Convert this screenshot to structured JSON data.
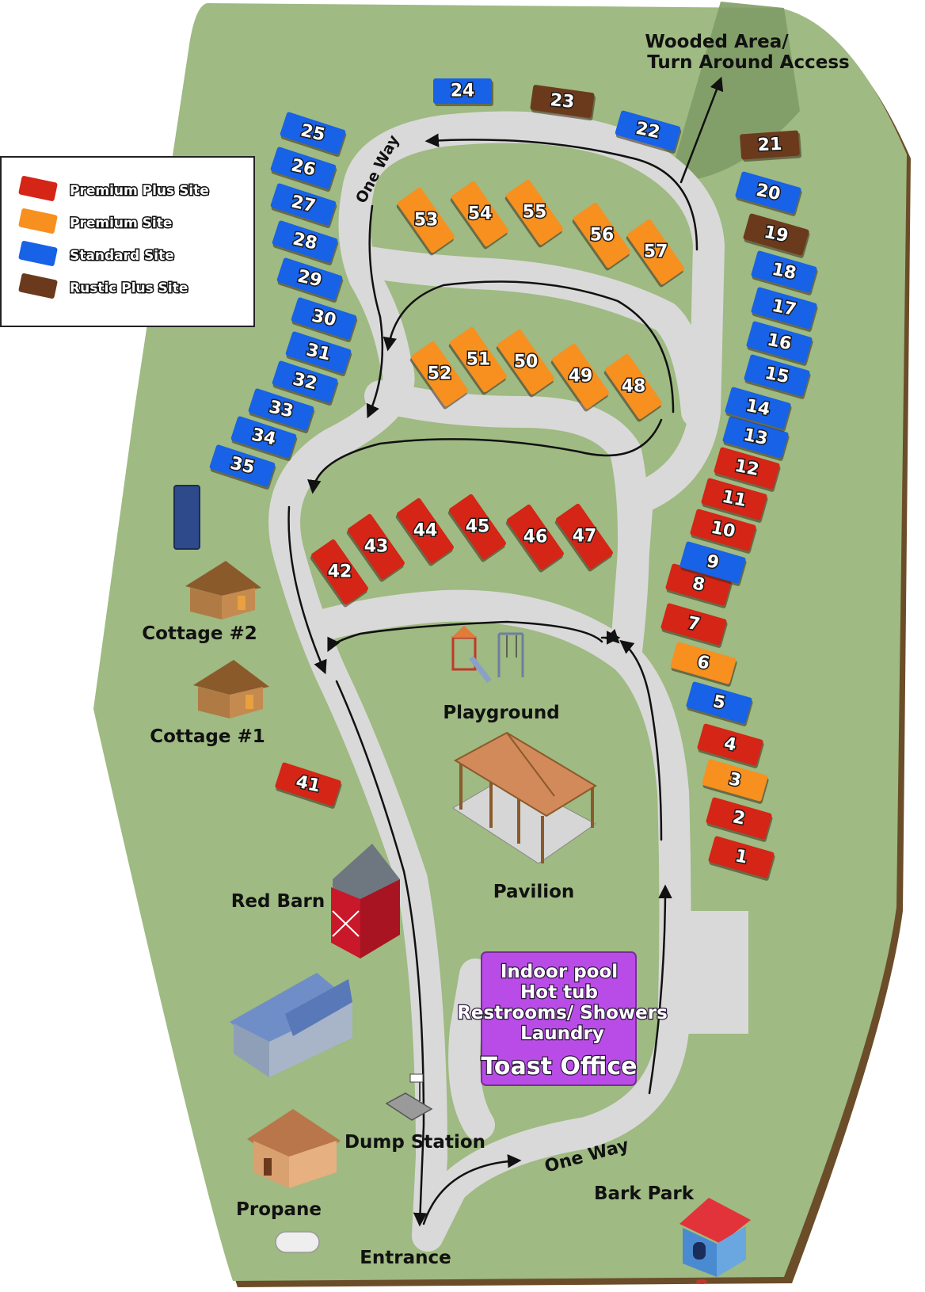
{
  "colors": {
    "premium_plus": "#d42516",
    "premium": "#f7901e",
    "standard": "#1762e6",
    "rustic_plus": "#6b3a1c",
    "grass": "#9fba82",
    "road": "#d9d9d9",
    "office": "#b94ce6"
  },
  "legend": [
    {
      "key": "premium_plus",
      "label": "Premium Plus Site"
    },
    {
      "key": "premium",
      "label": "Premium Site"
    },
    {
      "key": "standard",
      "label": "Standard Site"
    },
    {
      "key": "rustic_plus",
      "label": "Rustic Plus Site"
    }
  ],
  "labels": {
    "wooded_line1": "Wooded Area/",
    "wooded_line2": "Turn Around Access",
    "one_way_top": "One Way",
    "one_way_bottom": "One Way",
    "cottage2": "Cottage #2",
    "cottage1": "Cottage #1",
    "playground": "Playground",
    "pavilion": "Pavilion",
    "red_barn": "Red Barn",
    "dump_station": "Dump Station",
    "propane": "Propane",
    "bark_park": "Bark Park",
    "entrance": "Entrance"
  },
  "office": {
    "line1": "Indoor pool",
    "line2": "Hot tub",
    "line3": "Restrooms/ Showers",
    "line4": "Laundry",
    "title": "Toast Office"
  },
  "sites": [
    {
      "n": "1",
      "type": "premium_plus"
    },
    {
      "n": "2",
      "type": "premium_plus"
    },
    {
      "n": "3",
      "type": "premium"
    },
    {
      "n": "4",
      "type": "premium_plus"
    },
    {
      "n": "5",
      "type": "standard"
    },
    {
      "n": "6",
      "type": "premium"
    },
    {
      "n": "7",
      "type": "premium_plus"
    },
    {
      "n": "8",
      "type": "premium_plus"
    },
    {
      "n": "9",
      "type": "standard"
    },
    {
      "n": "10",
      "type": "premium_plus"
    },
    {
      "n": "11",
      "type": "premium_plus"
    },
    {
      "n": "12",
      "type": "premium_plus"
    },
    {
      "n": "13",
      "type": "standard"
    },
    {
      "n": "14",
      "type": "standard"
    },
    {
      "n": "15",
      "type": "standard"
    },
    {
      "n": "16",
      "type": "standard"
    },
    {
      "n": "17",
      "type": "standard"
    },
    {
      "n": "18",
      "type": "standard"
    },
    {
      "n": "19",
      "type": "rustic_plus"
    },
    {
      "n": "20",
      "type": "standard"
    },
    {
      "n": "21",
      "type": "rustic_plus"
    },
    {
      "n": "22",
      "type": "standard"
    },
    {
      "n": "23",
      "type": "rustic_plus"
    },
    {
      "n": "24",
      "type": "standard"
    },
    {
      "n": "25",
      "type": "standard"
    },
    {
      "n": "26",
      "type": "standard"
    },
    {
      "n": "27",
      "type": "standard"
    },
    {
      "n": "28",
      "type": "standard"
    },
    {
      "n": "29",
      "type": "standard"
    },
    {
      "n": "30",
      "type": "standard"
    },
    {
      "n": "31",
      "type": "standard"
    },
    {
      "n": "32",
      "type": "standard"
    },
    {
      "n": "33",
      "type": "standard"
    },
    {
      "n": "34",
      "type": "standard"
    },
    {
      "n": "35",
      "type": "standard"
    },
    {
      "n": "41",
      "type": "premium_plus"
    },
    {
      "n": "42",
      "type": "premium_plus"
    },
    {
      "n": "43",
      "type": "premium_plus"
    },
    {
      "n": "44",
      "type": "premium_plus"
    },
    {
      "n": "45",
      "type": "premium_plus"
    },
    {
      "n": "46",
      "type": "premium_plus"
    },
    {
      "n": "47",
      "type": "premium_plus"
    },
    {
      "n": "48",
      "type": "premium"
    },
    {
      "n": "49",
      "type": "premium"
    },
    {
      "n": "50",
      "type": "premium"
    },
    {
      "n": "51",
      "type": "premium"
    },
    {
      "n": "52",
      "type": "premium"
    },
    {
      "n": "53",
      "type": "premium"
    },
    {
      "n": "54",
      "type": "premium"
    },
    {
      "n": "55",
      "type": "premium"
    },
    {
      "n": "56",
      "type": "premium"
    },
    {
      "n": "57",
      "type": "premium"
    }
  ]
}
